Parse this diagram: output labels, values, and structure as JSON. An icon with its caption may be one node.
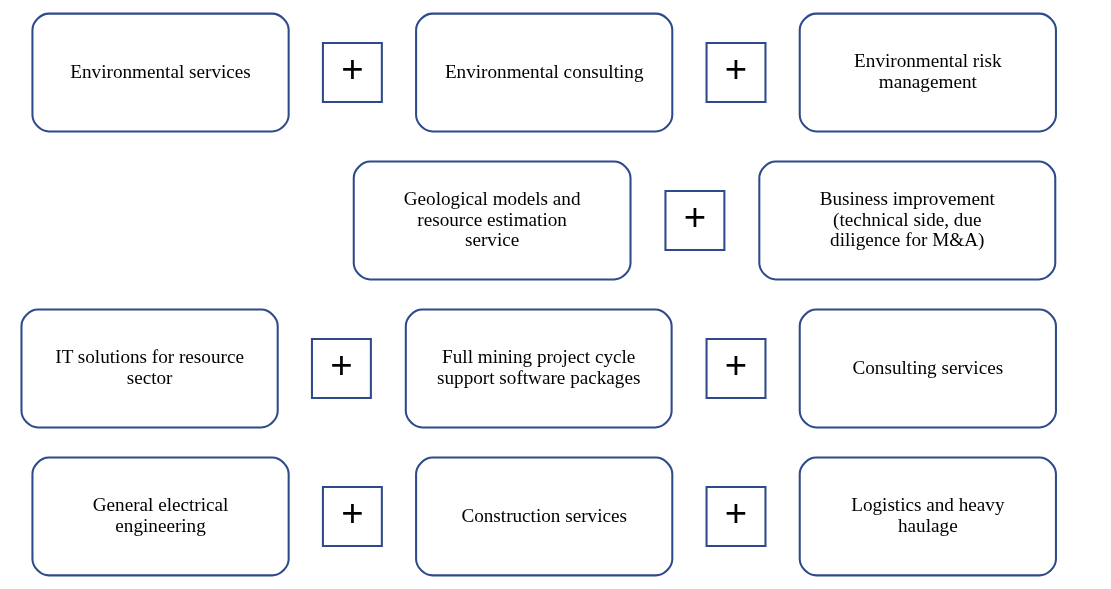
{
  "diagram": {
    "nodes": [
      {
        "text": [
          "Environmental services"
        ]
      },
      {
        "text": [
          "+"
        ]
      },
      {
        "text": [
          "Environmental consulting"
        ]
      },
      {
        "text": [
          "+"
        ]
      },
      {
        "text": [
          "Environmental risk management"
        ]
      },
      {
        "text": [
          "Geological models and resource estimation service"
        ]
      },
      {
        "text": [
          "+"
        ]
      },
      {
        "text": [
          "Business improvement (technical side, due diligence for M&A)"
        ]
      },
      {
        "text": [
          "IT solutions for resource sector"
        ]
      },
      {
        "text": [
          "+"
        ]
      },
      {
        "text": [
          "Full mining project cycle support software packages"
        ]
      },
      {
        "text": [
          "+"
        ]
      },
      {
        "text": [
          "Consulting services"
        ]
      },
      {
        "text": [
          "General electrical engineering"
        ]
      },
      {
        "text": [
          "+"
        ]
      },
      {
        "text": [
          "Construction services"
        ]
      },
      {
        "text": [
          "+"
        ]
      },
      {
        "text": [
          "Logistics and heavy haulage"
        ]
      }
    ]
  }
}
